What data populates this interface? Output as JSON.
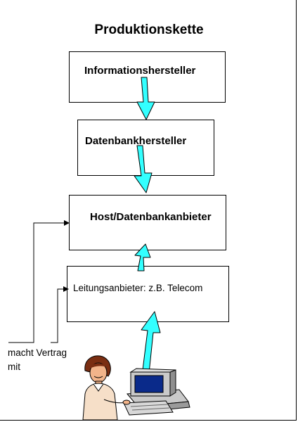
{
  "title": "Produktionskette",
  "boxes": {
    "info": "Informationshersteller",
    "db": "Datenbankhersteller",
    "host": "Host/Datenbankanbieter",
    "line": "Leitungsanbieter: z.B. Telecom"
  },
  "note": {
    "line1": "macht Vertrag",
    "line2": "mit"
  },
  "colors": {
    "arrow_fill": "#33FFFF",
    "line": "#000000",
    "background": "#FFFFFF"
  },
  "clipart": {
    "person_icon": "woman-at-computer-icon",
    "computer_icon": "desktop-computer-icon"
  }
}
